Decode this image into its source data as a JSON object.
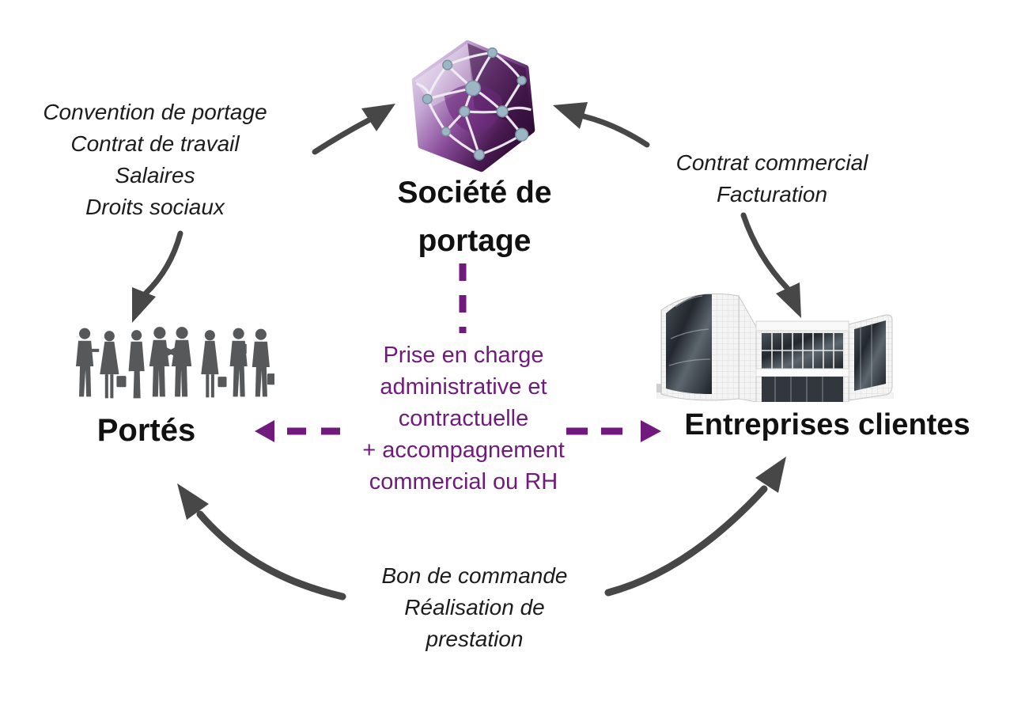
{
  "diagram": {
    "nodes": {
      "societe_de_portage": {
        "label": "Société de portage",
        "icon": "network-hexagon-icon"
      },
      "portes": {
        "label": "Portés",
        "icon": "people-silhouettes-icon"
      },
      "entreprises_clientes": {
        "label": "Entreprises clientes",
        "icon": "office-building-icon"
      }
    },
    "edge_labels": {
      "portes_societe": [
        "Convention de portage",
        "Contrat de travail",
        "Salaires",
        "Droits sociaux"
      ],
      "entreprises_societe": [
        "Contrat commercial",
        "Facturation"
      ],
      "center_services": [
        "Prise en charge",
        "administrative et",
        "contractuelle",
        "+ accompagnement",
        "commercial ou RH"
      ],
      "portes_entreprises": [
        "Bon de commande",
        "Réalisation de",
        "prestation"
      ]
    },
    "colors": {
      "accent_purple": "#701a7d",
      "arrow_gray": "#474747",
      "text_black": "#111111",
      "hexagon_purple_dark": "#3b1242",
      "hexagon_purple_light": "#e9def0",
      "silhouette_gray": "#57585a"
    }
  }
}
